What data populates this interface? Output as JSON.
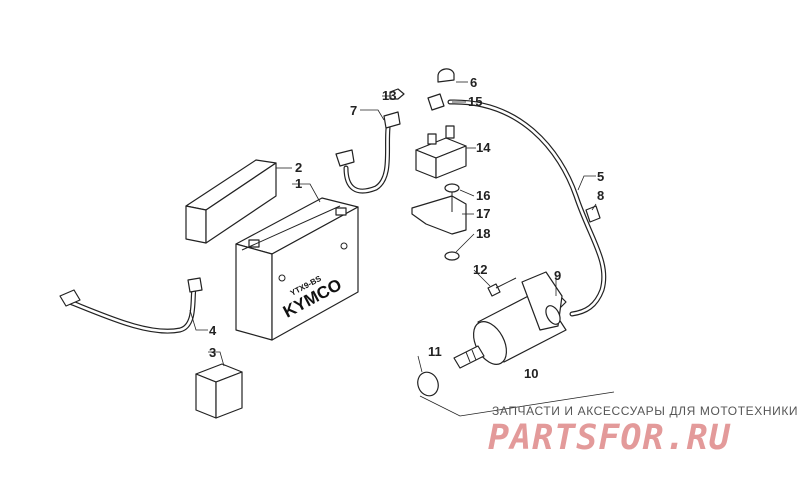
{
  "callouts": {
    "c1": "1",
    "c2": "2",
    "c3": "3",
    "c4": "4",
    "c5": "5",
    "c6": "6",
    "c7": "7",
    "c8": "8",
    "c9": "9",
    "c10": "10",
    "c11": "11",
    "c12": "12",
    "c13": "13",
    "c14": "14",
    "c15": "15",
    "c16": "16",
    "c17": "17",
    "c18": "18"
  },
  "battery": {
    "brand": "KYMCO",
    "model": "YTX9-BS"
  },
  "footer": {
    "caption": "ЗАПЧАСТИ И АКСЕССУАРЫ ДЛЯ МОТОТЕХНИКИ",
    "brand": "PARTSFOR.RU"
  },
  "colors": {
    "line": "#222222",
    "watermark": "#e39a9a"
  }
}
